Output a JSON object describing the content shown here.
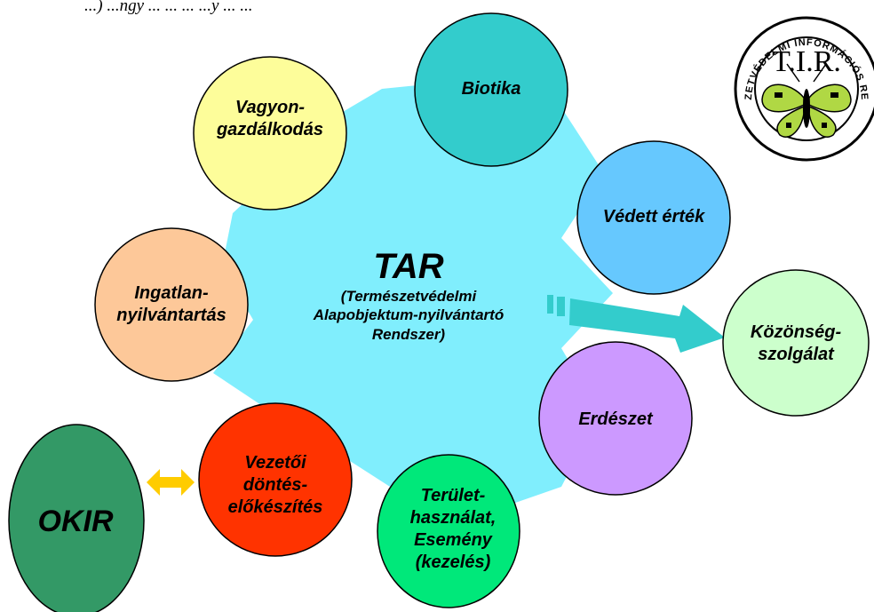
{
  "top_text": "...) ...ngy ... ... ... ...y ... ...",
  "center": {
    "title": "TAR",
    "subtitle": [
      "(Természetvédelmi",
      "Alapobjektum-nyilvántartó",
      "Rendszer)"
    ]
  },
  "modules": {
    "vagyon": [
      "Vagyon-",
      "gazdálkodás"
    ],
    "biotika": [
      "Biotika"
    ],
    "vedett": [
      "Védett érték"
    ],
    "ingatlan": [
      "Ingatlan-",
      "nyilvántartás"
    ],
    "kozonseg": [
      "Közönség-",
      "szolgálat"
    ],
    "erdeszet": [
      "Erdészet"
    ],
    "vezetoi": [
      "Vezetői",
      "döntés-",
      "előkészítés"
    ],
    "terulet": [
      "Terület-",
      "használat,",
      "Esemény",
      "(kezelés)"
    ],
    "okir": [
      "OKIR"
    ]
  },
  "logo": {
    "initials": "T.I.R.",
    "ring_text": "TERMÉSZETVÉDELMI INFORMÁCIÓS RENDSZER"
  },
  "colors": {
    "hub": "#80eefd",
    "vagyon": "#fdfd9a",
    "biotika": "#33cccc",
    "vedett": "#66c8fe",
    "ingatlan": "#fdc899",
    "kozonseg": "#ccffcc",
    "erdeszet": "#cc99ff",
    "vezetoi": "#ff3300",
    "terulet": "#00e87a",
    "okir": "#339966",
    "arrow_right": "#33cccc",
    "arrow_double": "#ffcc00",
    "logo_butterfly": "#b0d844"
  }
}
